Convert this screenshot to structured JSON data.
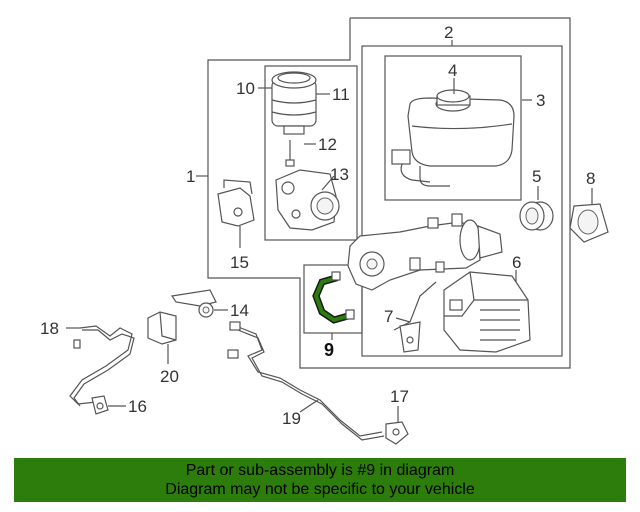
{
  "diagram": {
    "callouts": {
      "c1": "1",
      "c2": "2",
      "c3": "3",
      "c4": "4",
      "c5": "5",
      "c6": "6",
      "c7": "7",
      "c8": "8",
      "c9": "9",
      "c10": "10",
      "c11": "11",
      "c12": "12",
      "c13": "13",
      "c14": "14",
      "c15": "15",
      "c16": "16",
      "c17": "17",
      "c18": "18",
      "c19": "19",
      "c20": "20"
    },
    "highlight_color": "#2c7d0c"
  },
  "banner": {
    "line1": "Part or sub-assembly is #9 in diagram",
    "line2": "Diagram may not be specific to your vehicle",
    "background": "#2c7d0c"
  }
}
